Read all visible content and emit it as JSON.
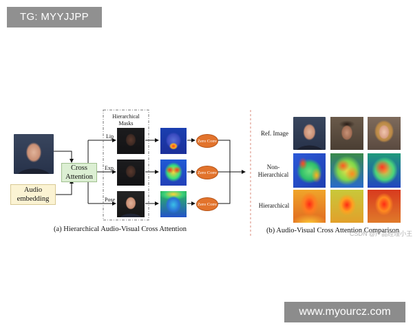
{
  "watermark_top": "TG: MYYJJPP",
  "watermark_bottom": "www.myourcz.com",
  "watermark_small": "CSDN @产品经理小王",
  "panel_a": {
    "caption": "(a) Hierarchical Audio-Visual Cross Attention",
    "cross_attention": "Cross Attention",
    "audio_embedding": "Audio embedding",
    "hierarchical_masks": "Hierarchical Masks",
    "branches": [
      {
        "label": "Lip",
        "zero": "Zero Conv"
      },
      {
        "label": "Exp.",
        "zero": "Zero Conv"
      },
      {
        "label": "Pose",
        "zero": "Zero Conv"
      }
    ]
  },
  "panel_b": {
    "caption": "(b) Audio-Visual Cross Attention Comparison",
    "rows": [
      "Ref. Image",
      "Non-Hierarchical",
      "Hierarchical"
    ]
  },
  "colors": {
    "cross_attention_fill": "#dcefd3",
    "audio_fill": "#fbf3d3",
    "zero_conv_fill": "#e2732c"
  }
}
